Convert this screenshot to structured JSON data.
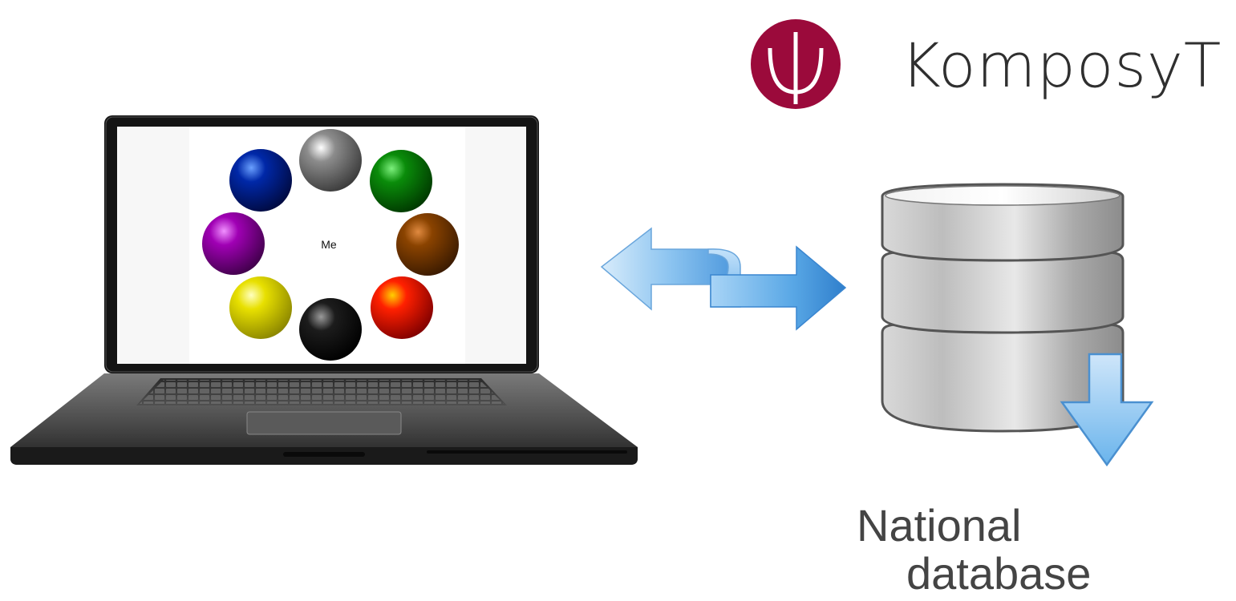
{
  "brand": {
    "name": "KomposyT",
    "color": "#9b0a3b"
  },
  "laptop": {
    "center_label": "Me",
    "spheres": [
      {
        "name": "gray",
        "color": "#8c8c8c"
      },
      {
        "name": "green",
        "color": "#0a8c0a"
      },
      {
        "name": "brown",
        "color": "#8a4300"
      },
      {
        "name": "red",
        "color": "#ff2000"
      },
      {
        "name": "black",
        "color": "#1c1c1c"
      },
      {
        "name": "yellow",
        "color": "#e8e000"
      },
      {
        "name": "purple",
        "color": "#a000b4"
      },
      {
        "name": "blue",
        "color": "#0028a8"
      }
    ]
  },
  "connector": {
    "type": "bidirectional-arrow",
    "color": "#5aa8e6"
  },
  "database": {
    "caption_line1": "National",
    "caption_line2": "database",
    "download_icon_color": "#6ab4ec"
  }
}
